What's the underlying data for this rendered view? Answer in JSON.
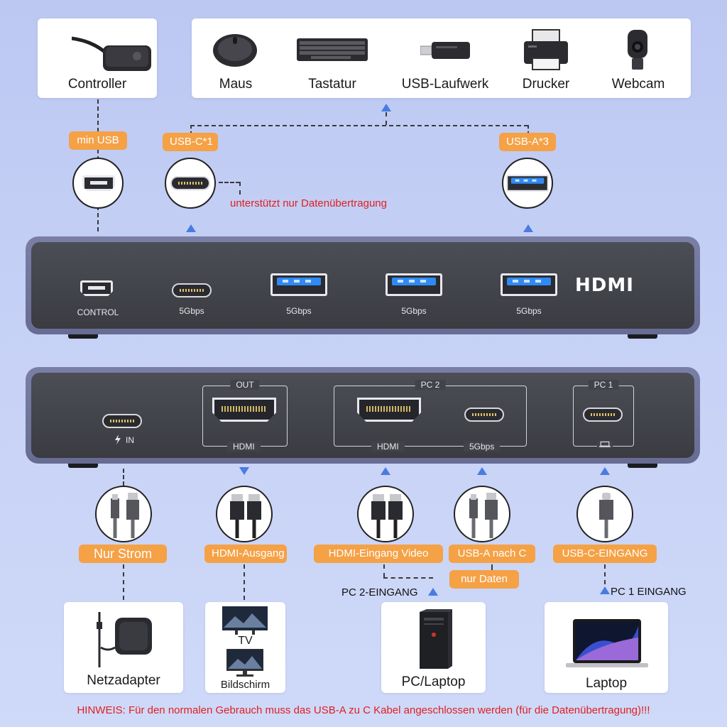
{
  "top_devices": {
    "controller_label": "Controller",
    "peripherals": [
      "Maus",
      "Tastatur",
      "USB-Laufwerk",
      "Drucker",
      "Webcam"
    ]
  },
  "top_ports": {
    "mini_usb_tag": "min USB",
    "usbc_tag": "USB-C*1",
    "usba_tag": "USB-A*3",
    "usbc_note": "unterstützt nur Datenübertragung"
  },
  "front_panel": {
    "control_label": "CONTROL",
    "usbc_speed": "5Gbps",
    "usba_speeds": [
      "5Gbps",
      "5Gbps",
      "5Gbps"
    ],
    "logo": "HDMI"
  },
  "rear_panel": {
    "power_label": "IN",
    "out_group": {
      "title": "OUT",
      "port_label": "HDMI"
    },
    "pc2_group": {
      "title": "PC 2",
      "hdmi_label": "HDMI",
      "usbc_label": "5Gbps"
    },
    "pc1_group": {
      "title": "PC 1"
    }
  },
  "cables": {
    "nur_strom": "Nur Strom",
    "hdmi_ausgang": "HDMI-Ausgang",
    "hdmi_eingang": "HDMI-Eingang Video",
    "usba_nach_c": "USB-A nach C",
    "usbc_eingang": "USB-C-EINGANG",
    "nur_daten": "nur Daten",
    "pc2_eingang": "PC 2-EINGANG",
    "pc1_eingang": "PC 1 EINGANG"
  },
  "bottom_devices": {
    "netzadapter": "Netzadapter",
    "tv": "TV",
    "bildschirm": "Bildschirm",
    "pc_laptop": "PC/Laptop",
    "laptop": "Laptop"
  },
  "hinweis": "HINWEIS: Für den normalen Gebrauch muss das USB-A zu C Kabel angeschlossen werden (für die Datenübertragung)!!!",
  "colors": {
    "background": "#c6d1f6",
    "accent_orange": "#f5a146",
    "arrow_blue": "#4a7be0",
    "warning_red": "#e02020",
    "panel_frame": "#6f7499",
    "panel_face": "#414349"
  }
}
